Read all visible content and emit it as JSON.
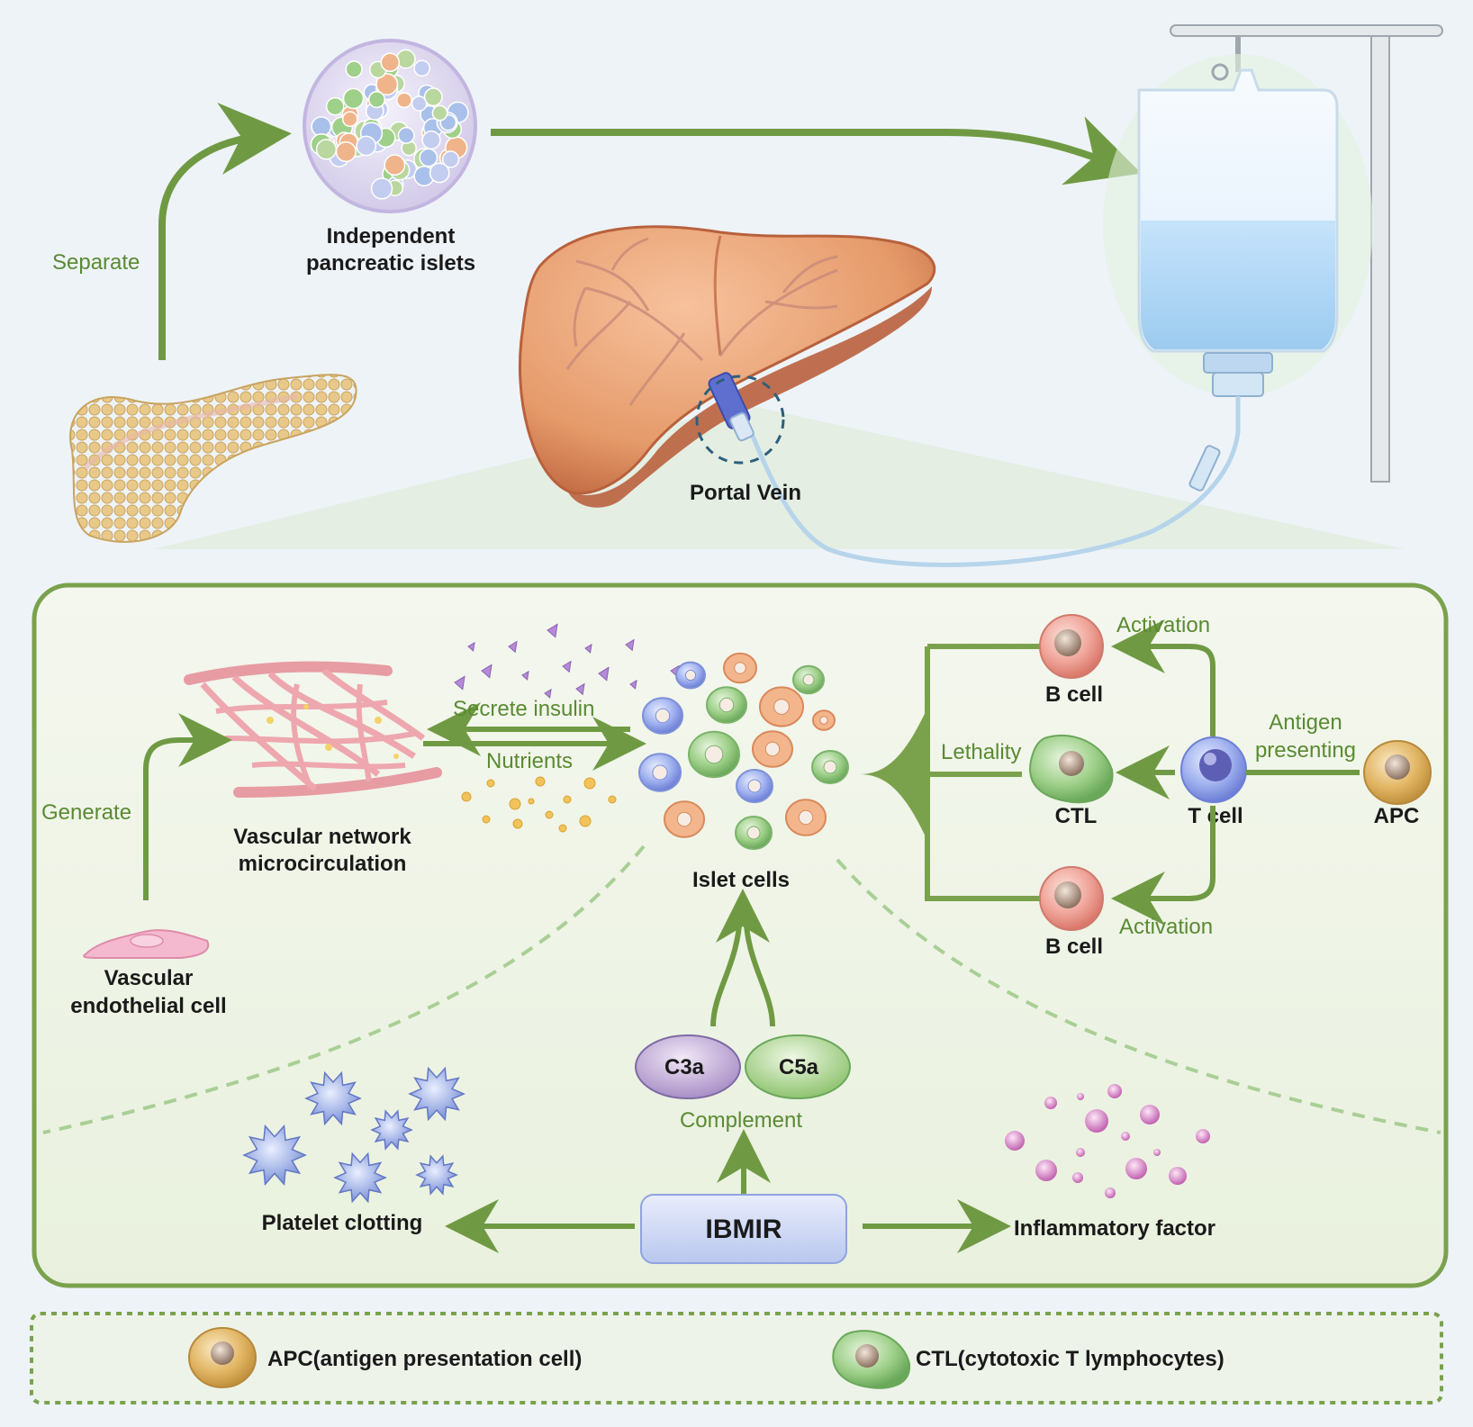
{
  "top": {
    "separate_label": "Separate",
    "islets_label_line1": "Independent",
    "islets_label_line2": "pancreatic islets",
    "portal_vein_label": "Portal Vein"
  },
  "mechanism": {
    "vascular_network_line1": "Vascular network",
    "vascular_network_line2": "microcirculation",
    "generate_label": "Generate",
    "endothelial_line1": "Vascular",
    "endothelial_line2": "endothelial cell",
    "secrete_insulin_label": "Secrete insulin",
    "nutrients_label": "Nutrients",
    "islet_cells_label": "Islet cells",
    "activation_top_label": "Activation",
    "activation_bottom_label": "Activation",
    "b_cell_top_label": "B cell",
    "b_cell_bottom_label": "B cell",
    "lethality_label": "Lethality",
    "ctl_label": "CTL",
    "t_cell_label": "T cell",
    "antigen_line1": "Antigen",
    "antigen_line2": "presenting",
    "apc_label": "APC",
    "c3a_label": "C3a",
    "c5a_label": "C5a",
    "complement_label": "Complement",
    "platelet_label": "Platelet clotting",
    "ibmir_label": "IBMIR",
    "inflammatory_label": "Inflammatory factor"
  },
  "legend": {
    "apc_text": "APC(antigen presentation cell)",
    "ctl_text": "CTL(cytotoxic T lymphocytes)"
  },
  "colors": {
    "arrow_green": "#6f9a43",
    "label_green": "#5a8a32",
    "panel_border": "#7aa24c"
  }
}
